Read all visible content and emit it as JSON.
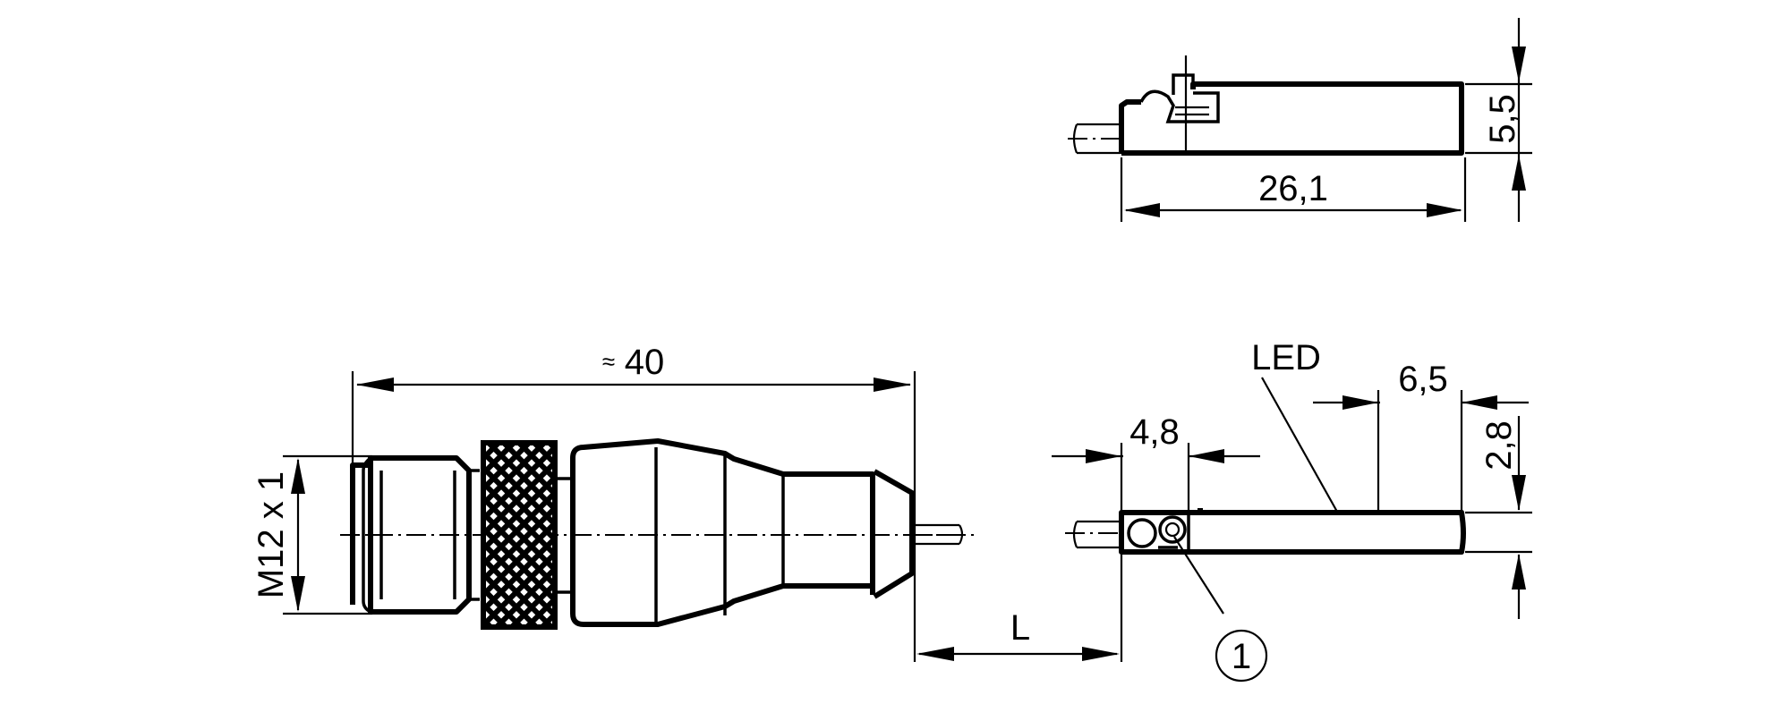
{
  "diagram": {
    "type": "technical-dimension-drawing",
    "subject": "Sensor with cable and M12 connector",
    "top_view": {
      "length_label": "26,1",
      "height_label": "5,5"
    },
    "connector_view": {
      "length_label": "40",
      "approx_symbol": "≈",
      "thread_label": "M12 x 1"
    },
    "cable": {
      "length_label": "L"
    },
    "sensor_side_view": {
      "width_label_1": "4,8",
      "led_offset_label": "6,5",
      "height_label": "2,8",
      "led_label": "LED",
      "callout_number": "1"
    }
  },
  "colors": {
    "line": "#000000",
    "background": "#ffffff"
  }
}
